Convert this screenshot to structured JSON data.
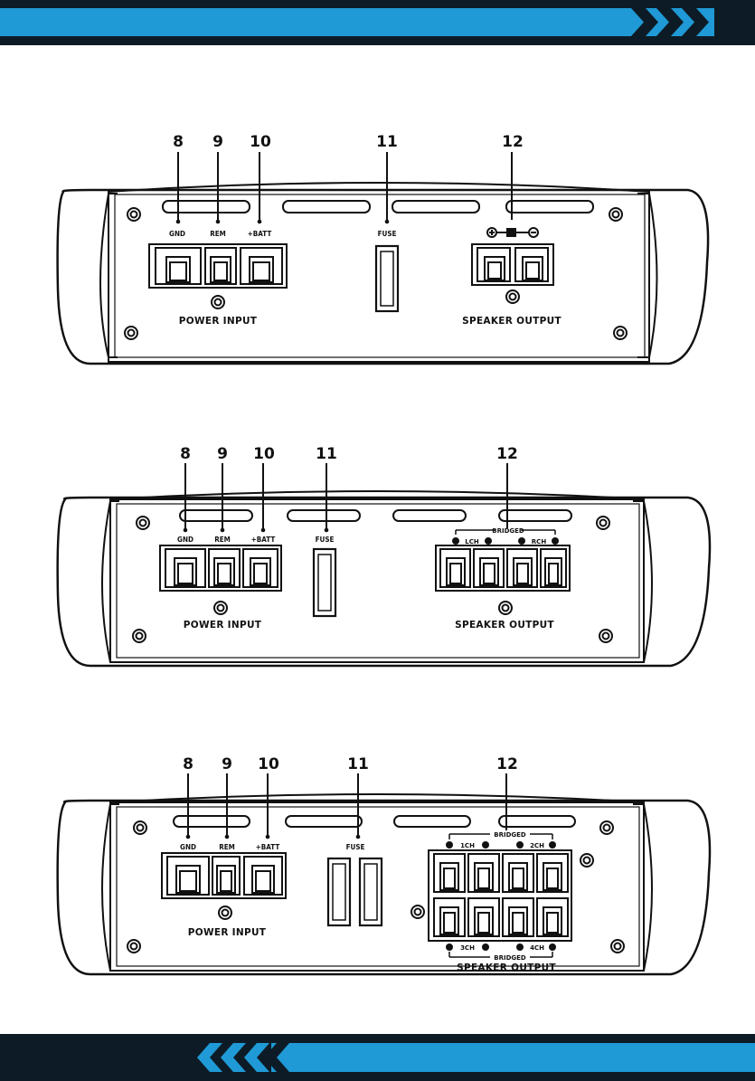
{
  "colors": {
    "accent": "#1f9ad6",
    "dark": "#0d1b26"
  },
  "amp1": {
    "callouts": [
      "8",
      "9",
      "10",
      "11",
      "12"
    ],
    "gnd": "GND",
    "rem": "REM",
    "batt": "+BATT",
    "fuse": "FUSE",
    "power_input": "POWER INPUT",
    "speaker_output": "SPEAKER OUTPUT"
  },
  "amp2": {
    "callouts": [
      "8",
      "9",
      "10",
      "11",
      "12"
    ],
    "gnd": "GND",
    "rem": "REM",
    "batt": "+BATT",
    "fuse": "FUSE",
    "bridged": "BRIDGED",
    "lch": "LCH",
    "rch": "RCH",
    "power_input": "POWER INPUT",
    "speaker_output": "SPEAKER OUTPUT"
  },
  "amp3": {
    "callouts": [
      "8",
      "9",
      "10",
      "11",
      "12"
    ],
    "gnd": "GND",
    "rem": "REM",
    "batt": "+BATT",
    "fuse": "FUSE",
    "bridged_top": "BRIDGED",
    "ch1": "1CH",
    "ch2": "2CH",
    "bridged_bottom": "BRIDGED",
    "ch3": "3CH",
    "ch4": "4CH",
    "power_input": "POWER INPUT",
    "speaker_output": "SPEAKER OUTPUT"
  }
}
